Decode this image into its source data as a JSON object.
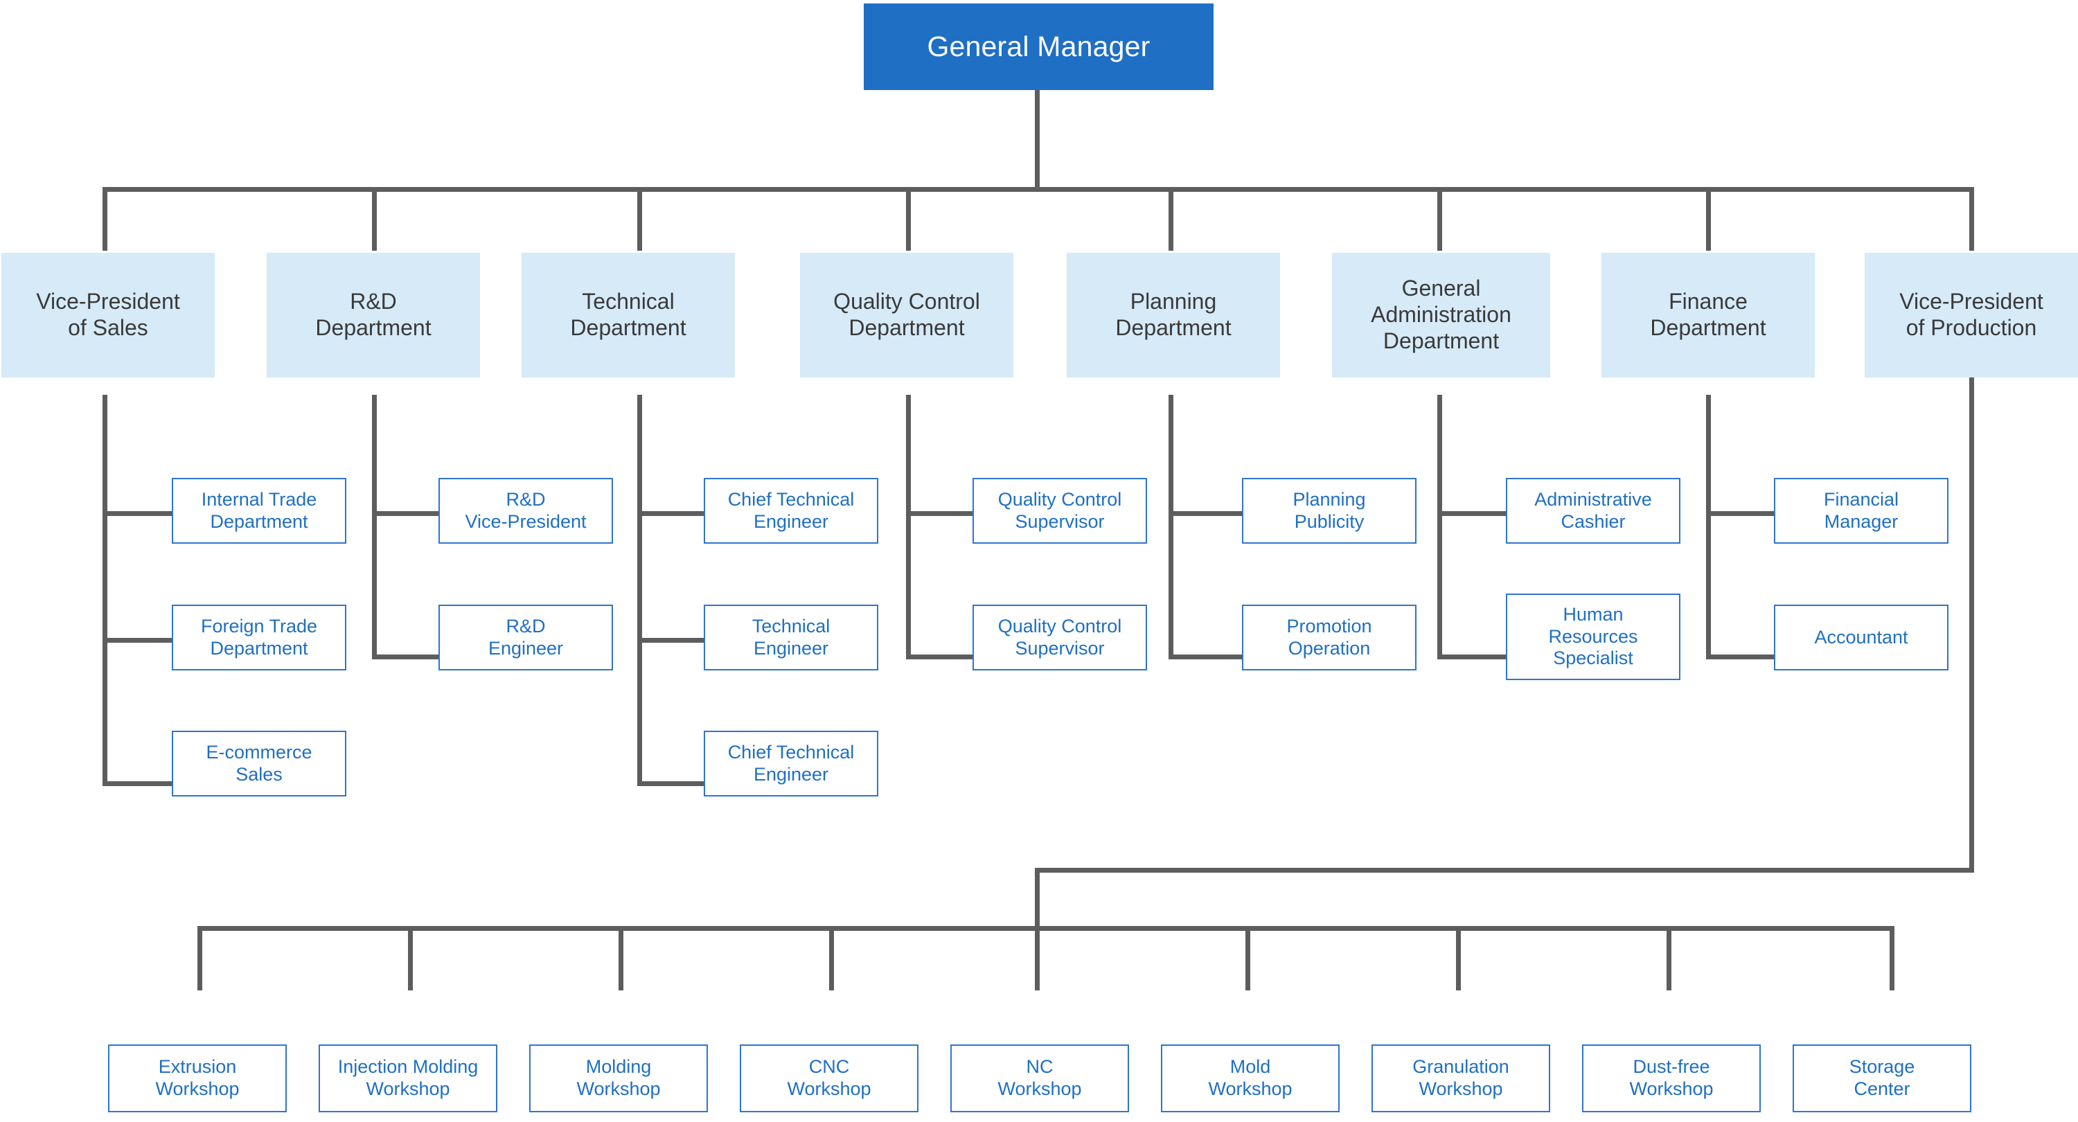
{
  "chart_type": "organization-chart",
  "colors": {
    "root_fill": "#1f6fc4",
    "root_text": "#ffffff",
    "department_fill": "#d6eaf8",
    "department_text": "#3a3a3a",
    "leaf_border": "#2e75d0",
    "leaf_text": "#1f6fc4",
    "leaf_fill": "#ffffff",
    "connector": "#5d5d5d",
    "background": "#ffffff"
  },
  "root": {
    "label": "General Manager"
  },
  "departments": [
    {
      "label": "Vice-President\nof Sales",
      "short": "vice-president-of-sales"
    },
    {
      "label": "R&D\nDepartment",
      "short": "rd-department"
    },
    {
      "label": "Technical\nDepartment",
      "short": "technical-department"
    },
    {
      "label": "Quality Control\nDepartment",
      "short": "quality-control-department"
    },
    {
      "label": "Planning\nDepartment",
      "short": "planning-department"
    },
    {
      "label": "General\nAdministration\nDepartment",
      "short": "general-administration-department"
    },
    {
      "label": "Finance\nDepartment",
      "short": "finance-department"
    },
    {
      "label": "Vice-President\nof Production",
      "short": "vice-president-of-production"
    }
  ],
  "roles": {
    "sales": [
      "Internal Trade\nDepartment",
      "Foreign Trade\nDepartment",
      "E-commerce\nSales"
    ],
    "rd": [
      "R&D\nVice-President",
      "R&D\nEngineer"
    ],
    "technical": [
      "Chief Technical\nEngineer",
      "Technical\nEngineer",
      "Chief Technical\nEngineer"
    ],
    "quality": [
      "Quality Control\nSupervisor",
      "Quality Control\nSupervisor"
    ],
    "planning": [
      "Planning\nPublicity",
      "Promotion\nOperation"
    ],
    "admin": [
      "Administrative\nCashier",
      "Human\nResources\nSpecialist"
    ],
    "finance": [
      "Financial\nManager",
      "Accountant"
    ]
  },
  "workshops": [
    "Extrusion\nWorkshop",
    "Injection Molding\nWorkshop",
    "Molding\nWorkshop",
    "CNC\nWorkshop",
    "NC\nWorkshop",
    "Mold\nWorkshop",
    "Granulation\nWorkshop",
    "Dust-free\nWorkshop",
    "Storage\nCenter"
  ]
}
